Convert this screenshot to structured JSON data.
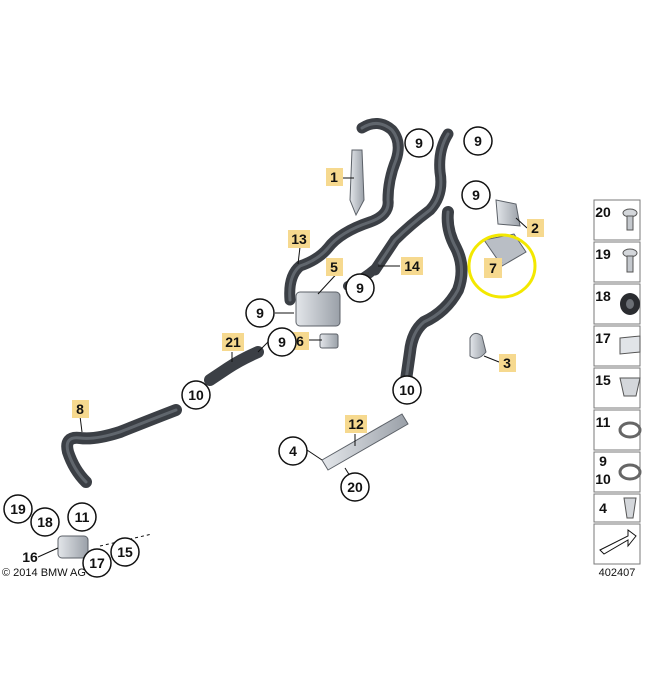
{
  "diagram": {
    "copyright": "© 2014 BMW AG",
    "figure_number": "402407",
    "highlight_color": "#f3e800",
    "label_box_color": "#f6d98f",
    "labels": {
      "n1": "1",
      "n2": "2",
      "n3": "3",
      "n4": "4",
      "n5": "5",
      "n6": "6",
      "n7": "7",
      "n8": "8",
      "n12": "12",
      "n13": "13",
      "n14": "14",
      "n21": "21",
      "c9a": "9",
      "c9b": "9",
      "c9c": "9",
      "c9d": "9",
      "c9e": "9",
      "c9f": "9",
      "c10a": "10",
      "c10b": "10",
      "c4": "4",
      "c20": "20",
      "c19": "19",
      "c18": "18",
      "c11": "11",
      "c16": "16",
      "c17": "17",
      "c15": "15"
    },
    "legend": [
      {
        "num": "20",
        "icon": "screw-icon"
      },
      {
        "num": "19",
        "icon": "bolt-icon"
      },
      {
        "num": "18",
        "icon": "grommet-icon"
      },
      {
        "num": "17",
        "icon": "clip-icon"
      },
      {
        "num": "15",
        "icon": "nut-icon"
      },
      {
        "num": "11",
        "icon": "hose-clamp-icon"
      },
      {
        "num": "9",
        "num2": "10",
        "icon": "spring-clamp-icon"
      },
      {
        "num": "4",
        "icon": "expanding-rivet-icon"
      },
      {
        "num": "",
        "icon": "arrow-icon"
      }
    ]
  }
}
